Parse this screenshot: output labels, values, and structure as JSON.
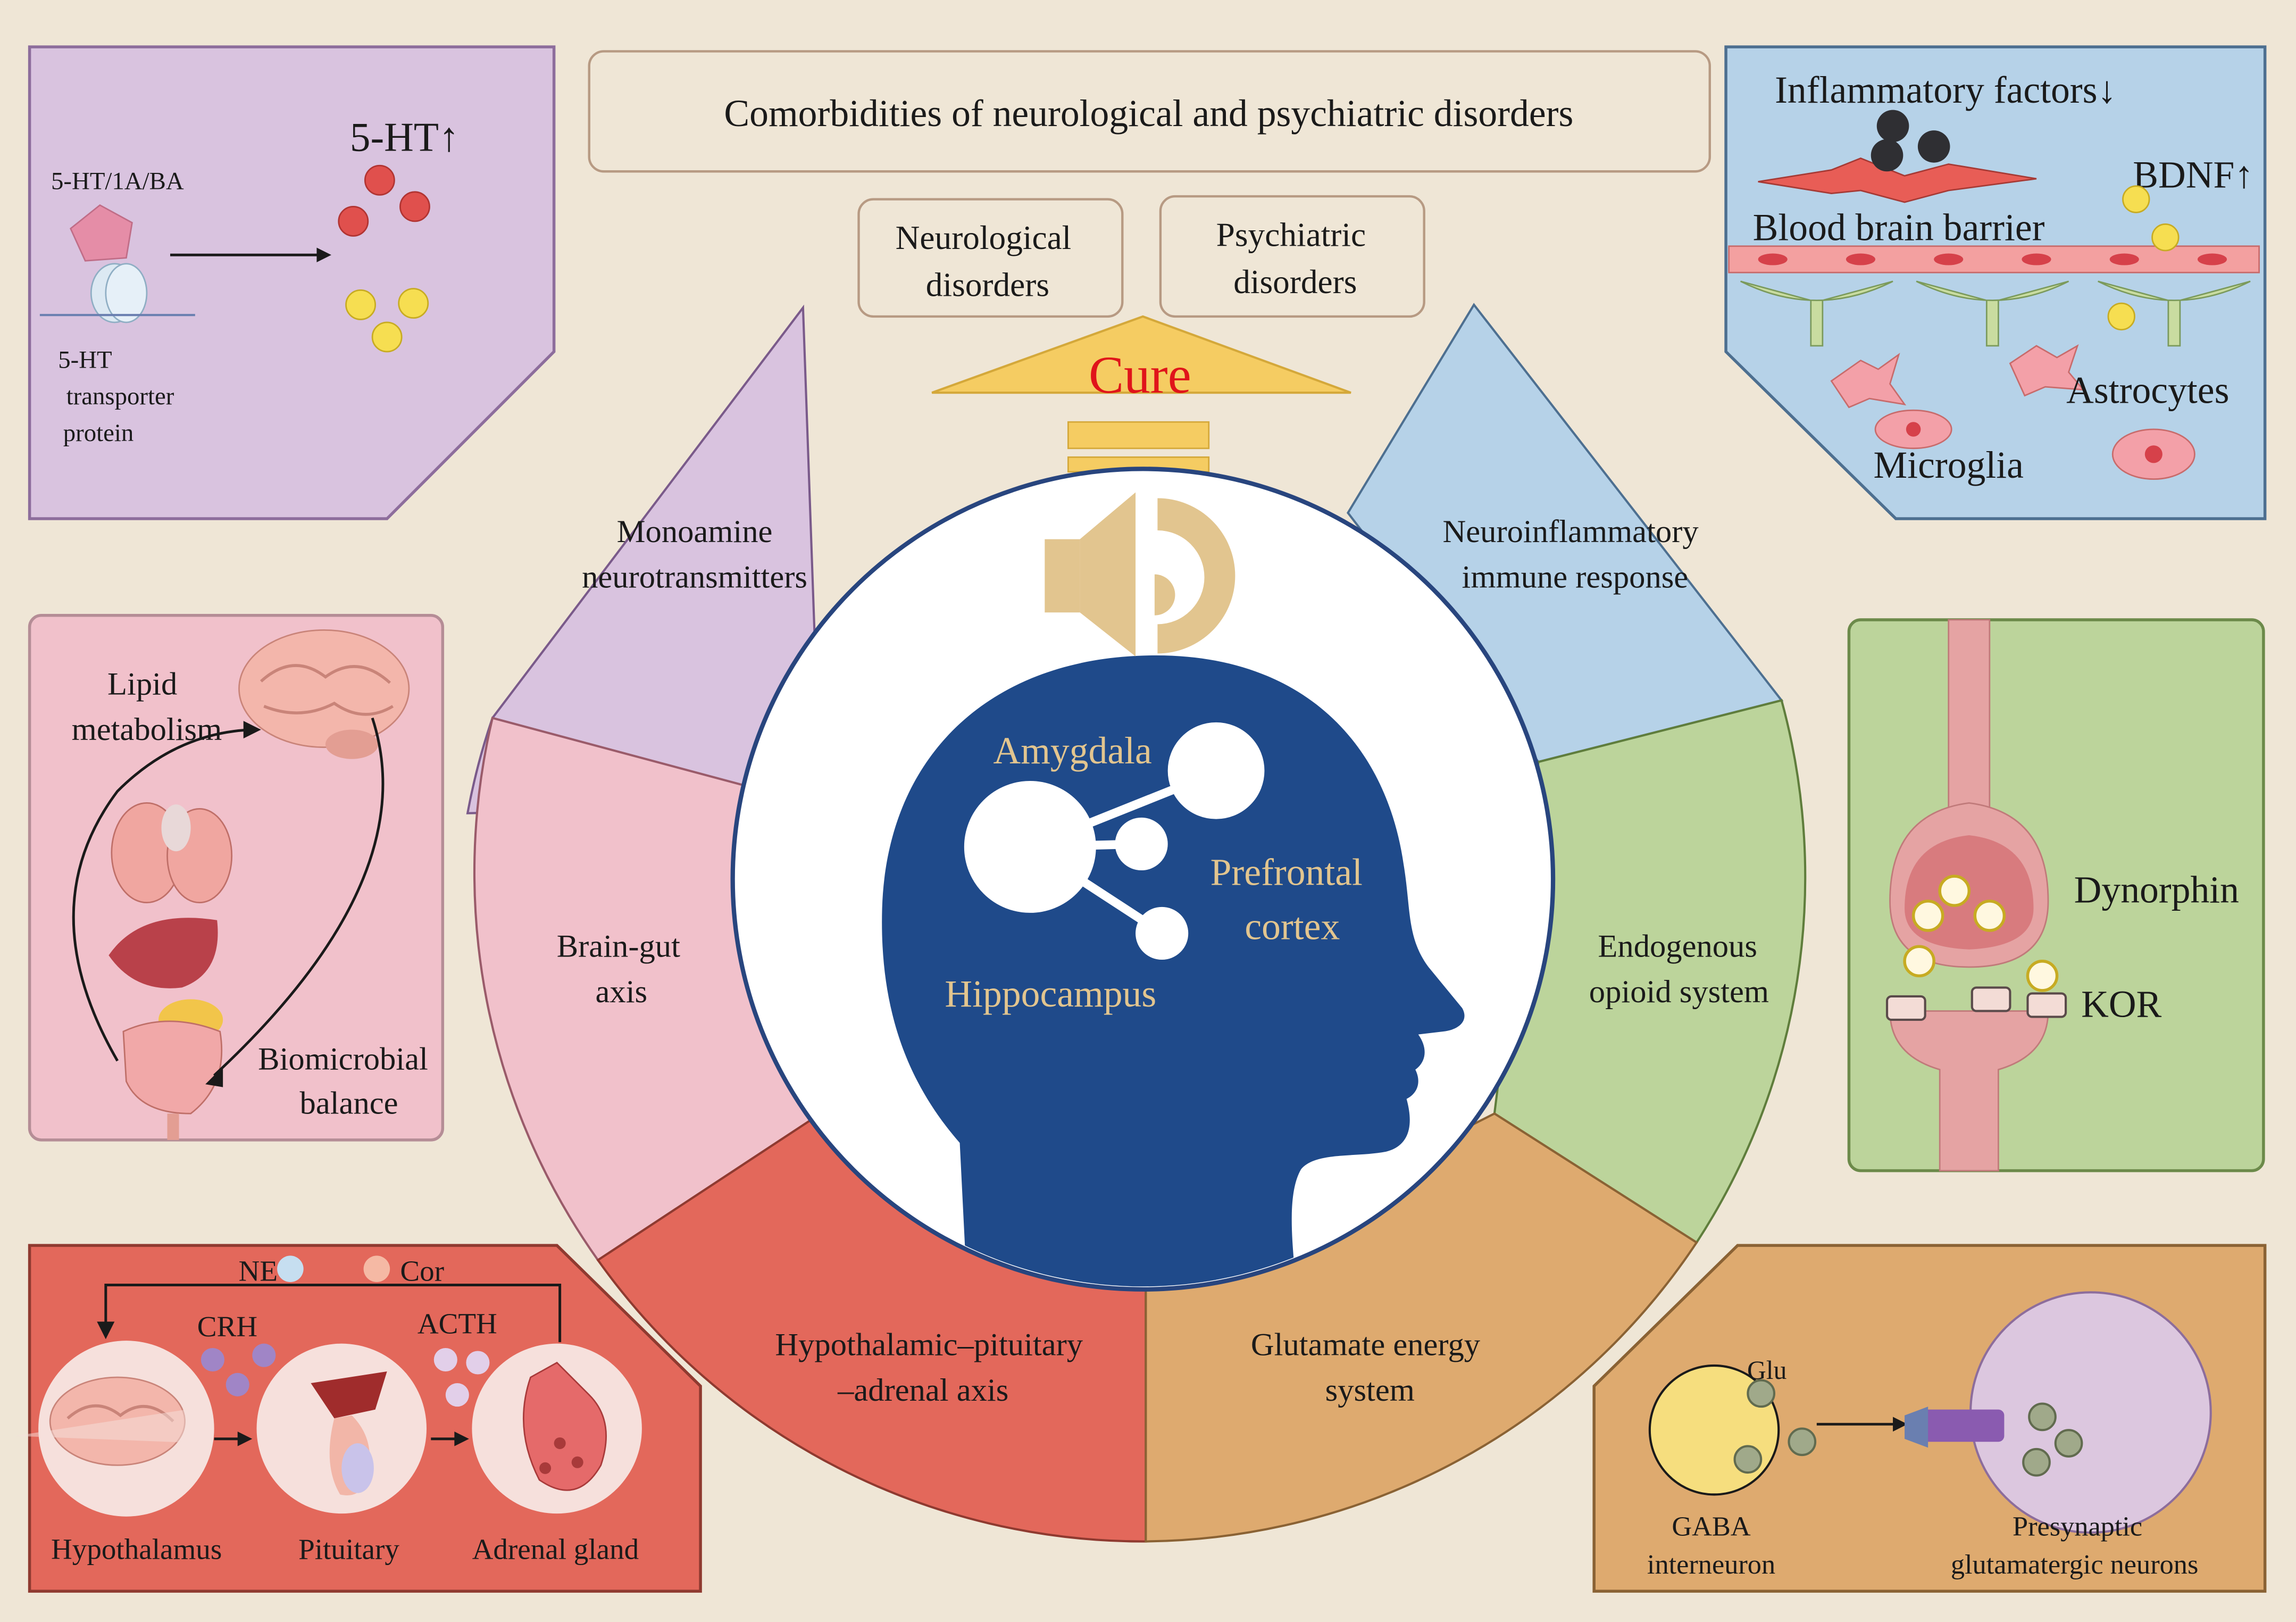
{
  "title": "Comorbidities of neurological and psychiatric disorders",
  "disorders": {
    "neurological": [
      "Neurological",
      "disorders"
    ],
    "psychiatric": [
      "Psychiatric",
      "disorders"
    ]
  },
  "cure": "Cure",
  "brain_regions": {
    "amygdala": "Amygdala",
    "prefrontal": [
      "Prefrontal",
      "cortex"
    ],
    "hippocampus": "Hippocampus"
  },
  "segments": [
    {
      "id": "monoamine",
      "lines": [
        "Monoamine",
        "neurotransmitters"
      ],
      "color": "#d9c3df"
    },
    {
      "id": "neuroinflammatory",
      "lines": [
        "Neuroinflammatory",
        "immune response"
      ],
      "color": "#b6d2e8"
    },
    {
      "id": "brain-gut",
      "lines": [
        "Brain-gut",
        "axis"
      ],
      "color": "#f1c1cb"
    },
    {
      "id": "endogenous-opioid",
      "lines": [
        "Endogenous",
        "opioid system"
      ],
      "color": "#bcd49b"
    },
    {
      "id": "hpa",
      "lines": [
        "Hypothalamic–pituitary",
        "–adrenal axis"
      ],
      "color": "#e3685b"
    },
    {
      "id": "glutamate",
      "lines": [
        "Glutamate energy",
        "system"
      ],
      "color": "#deaa6f"
    }
  ],
  "panels": {
    "serotonin": {
      "label_5ht": "5-HT↑",
      "label_receptor": "5-HT/1A/BA",
      "transporter": [
        "5-HT",
        "transporter",
        "protein"
      ],
      "color": "#d9c3df"
    },
    "inflammation": {
      "inflammatory": "Inflammatory factors↓",
      "bdnf": "BDNF↑",
      "bbb": "Blood brain barrier",
      "astrocytes": "Astrocytes",
      "microglia": "Microglia",
      "color": "#b6d2e8"
    },
    "gut": {
      "lipid": [
        "Lipid",
        "metabolism"
      ],
      "biomicrobial": [
        "Biomicrobial",
        "balance"
      ],
      "color": "#f1c1cb"
    },
    "opioid": {
      "dynorphin": "Dynorphin",
      "kor": "KOR",
      "color": "#bcd49b"
    },
    "hpa": {
      "ne": "NE",
      "cor": "Cor",
      "crh": "CRH",
      "acth": "ACTH",
      "hypothalamus": "Hypothalamus",
      "pituitary": "Pituitary",
      "adrenal": "Adrenal gland",
      "color": "#e3685b"
    },
    "glutamate": {
      "glu": "Glu",
      "gaba": [
        "GABA",
        "interneuron"
      ],
      "presynaptic": [
        "Presynaptic",
        "glutamatergic neurons"
      ],
      "color": "#deaa6f"
    }
  }
}
